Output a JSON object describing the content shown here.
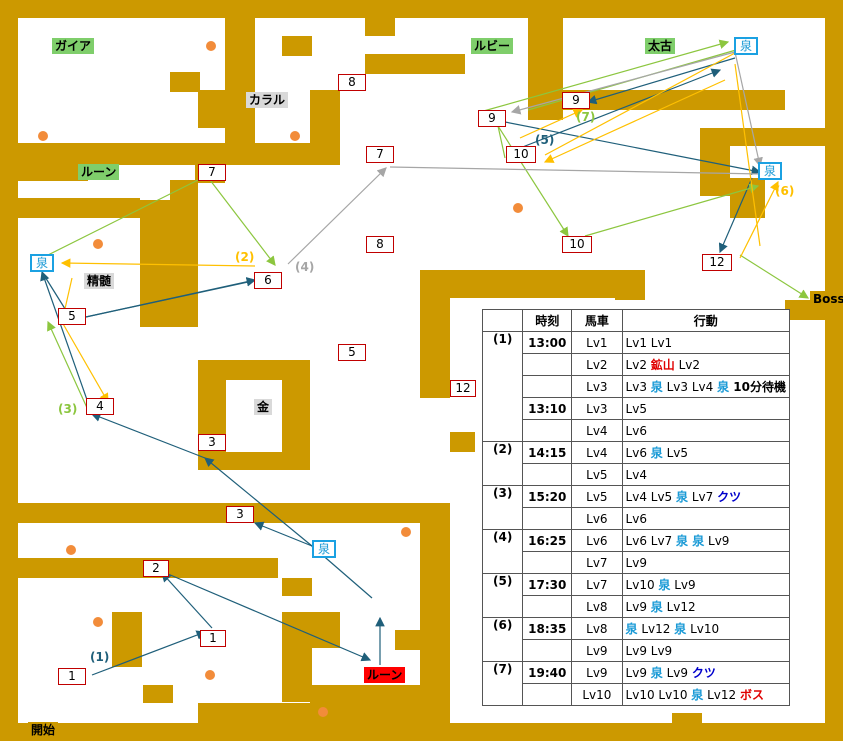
{
  "area_labels": [
    {
      "id": "gaia",
      "text": "ガイア",
      "style": "green"
    },
    {
      "id": "ruby",
      "text": "ルビー",
      "style": "green"
    },
    {
      "id": "taiko",
      "text": "太古",
      "style": "green"
    },
    {
      "id": "karal",
      "text": "カラル",
      "style": "gray"
    },
    {
      "id": "rune-top",
      "text": "ルーン",
      "style": "green"
    },
    {
      "id": "seizui",
      "text": "精髄",
      "style": "gray"
    },
    {
      "id": "kin",
      "text": "金",
      "style": "gray"
    },
    {
      "id": "boss",
      "text": "Boss",
      "style": "gold"
    },
    {
      "id": "start",
      "text": "開始",
      "style": "gold"
    },
    {
      "id": "rune-bottom",
      "text": "ルーン",
      "style": "red"
    }
  ],
  "spring_label": "泉",
  "waypoints": [
    "1",
    "2",
    "1",
    "3",
    "3",
    "4",
    "5",
    "6",
    "7",
    "8",
    "7",
    "8",
    "5",
    "9",
    "9",
    "10",
    "10",
    "12",
    "12"
  ],
  "step_labels": [
    "(1)",
    "(2)",
    "(3)",
    "(4)",
    "(5)",
    "(6)",
    "(7)"
  ],
  "schedule": {
    "headers": [
      "",
      "時刻",
      "馬車",
      "行動"
    ],
    "groups": [
      {
        "step": "(1)",
        "rows": [
          {
            "time": "13:00",
            "wagon": "Lv1",
            "action": [
              [
                "Lv1 Lv1",
                ""
              ]
            ]
          },
          {
            "time": "",
            "wagon": "Lv2",
            "action": [
              [
                "Lv2 ",
                ""
              ],
              [
                "鉱山",
                "red"
              ],
              [
                " Lv2",
                ""
              ]
            ]
          },
          {
            "time": "",
            "wagon": "Lv3",
            "action": [
              [
                "Lv3 ",
                ""
              ],
              [
                "泉",
                "blue"
              ],
              [
                " Lv3 Lv4 ",
                ""
              ],
              [
                "泉",
                "blue"
              ],
              [
                " 10分待機",
                "bold"
              ]
            ]
          },
          {
            "time": "13:10",
            "wagon": "Lv3",
            "action": [
              [
                "Lv5",
                ""
              ]
            ]
          },
          {
            "time": "",
            "wagon": "Lv4",
            "action": [
              [
                "Lv6",
                ""
              ]
            ]
          }
        ]
      },
      {
        "step": "(2)",
        "rows": [
          {
            "time": "14:15",
            "wagon": "Lv4",
            "action": [
              [
                "Lv6 ",
                ""
              ],
              [
                "泉",
                "blue"
              ],
              [
                " Lv5",
                ""
              ]
            ]
          },
          {
            "time": "",
            "wagon": "Lv5",
            "action": [
              [
                "Lv4",
                ""
              ]
            ]
          }
        ]
      },
      {
        "step": "(3)",
        "rows": [
          {
            "time": "15:20",
            "wagon": "Lv5",
            "action": [
              [
                "Lv4 Lv5 ",
                ""
              ],
              [
                "泉",
                "blue"
              ],
              [
                " Lv7 ",
                ""
              ],
              [
                "クツ",
                "navy"
              ]
            ]
          },
          {
            "time": "",
            "wagon": "Lv6",
            "action": [
              [
                "Lv6",
                ""
              ]
            ]
          }
        ]
      },
      {
        "step": "(4)",
        "rows": [
          {
            "time": "16:25",
            "wagon": "Lv6",
            "action": [
              [
                "Lv6 Lv7 ",
                ""
              ],
              [
                "泉 泉",
                "blue"
              ],
              [
                " Lv9",
                ""
              ]
            ]
          },
          {
            "time": "",
            "wagon": "Lv7",
            "action": [
              [
                "Lv9",
                ""
              ]
            ]
          }
        ]
      },
      {
        "step": "(5)",
        "rows": [
          {
            "time": "17:30",
            "wagon": "Lv7",
            "action": [
              [
                "Lv10 ",
                ""
              ],
              [
                "泉",
                "blue"
              ],
              [
                " Lv9",
                ""
              ]
            ]
          },
          {
            "time": "",
            "wagon": "Lv8",
            "action": [
              [
                "Lv9 ",
                ""
              ],
              [
                "泉",
                "blue"
              ],
              [
                " Lv12",
                ""
              ]
            ]
          }
        ]
      },
      {
        "step": "(6)",
        "rows": [
          {
            "time": "18:35",
            "wagon": "Lv8",
            "action": [
              [
                "泉",
                "blue"
              ],
              [
                " Lv12 ",
                ""
              ],
              [
                "泉",
                "blue"
              ],
              [
                " Lv10",
                ""
              ]
            ]
          },
          {
            "time": "",
            "wagon": "Lv9",
            "action": [
              [
                "Lv9 Lv9",
                ""
              ]
            ]
          }
        ]
      },
      {
        "step": "(7)",
        "rows": [
          {
            "time": "19:40",
            "wagon": "Lv9",
            "action": [
              [
                "Lv9 ",
                ""
              ],
              [
                "泉",
                "blue"
              ],
              [
                " Lv9 ",
                ""
              ],
              [
                "クツ",
                "navy"
              ]
            ]
          },
          {
            "time": "",
            "wagon": "Lv10",
            "action": [
              [
                "Lv10 Lv10 ",
                ""
              ],
              [
                "泉",
                "blue"
              ],
              [
                " Lv12 ",
                ""
              ],
              [
                "ボス",
                "red"
              ]
            ]
          }
        ]
      }
    ]
  },
  "colors": {
    "wall": "#cc9900",
    "green_label": "#7fce6b",
    "gray_label": "#d9d9d9",
    "spring_border": "#1ba1e2",
    "box_border": "#c00000",
    "dot": "#f28c3a",
    "route_blue": "#1f5f7a",
    "route_green": "#8cc63f",
    "route_yellow": "#ffc000",
    "route_gray": "#a6a6a6"
  }
}
